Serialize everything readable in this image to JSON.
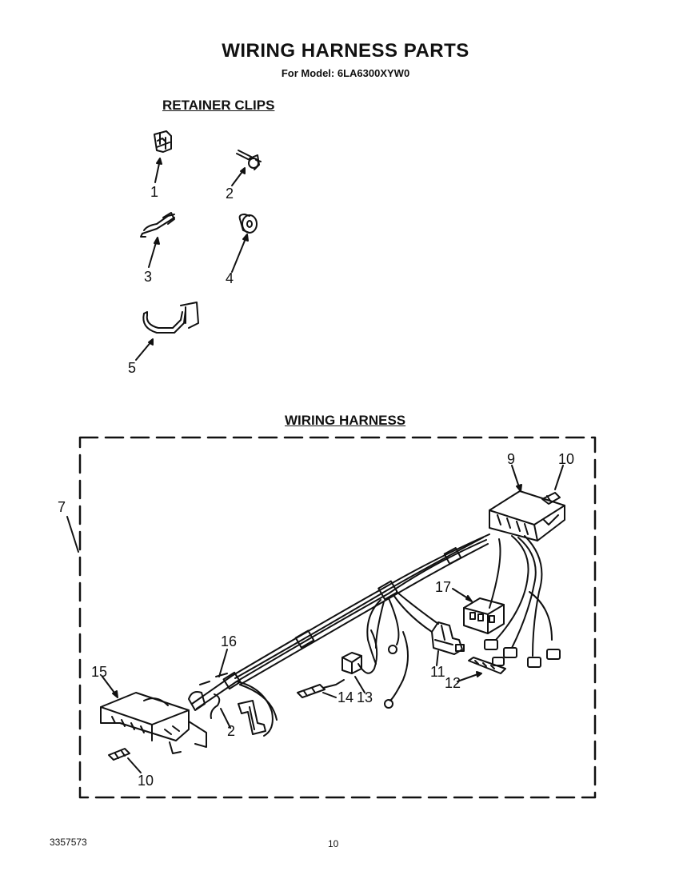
{
  "header": {
    "title": "WIRING HARNESS PARTS",
    "model_line": "For Model: 6LA6300XYW0"
  },
  "sections": {
    "retainer_clips": "RETAINER CLIPS",
    "wiring_harness": "WIRING HARNESS"
  },
  "callouts": {
    "c1": "1",
    "c2": "2",
    "c3": "3",
    "c4": "4",
    "c5": "5",
    "c7": "7",
    "c9": "9",
    "c10a": "10",
    "c10b": "10",
    "c11": "11",
    "c12": "12",
    "c13": "13",
    "c14": "14",
    "c15": "15",
    "c16": "16",
    "c17": "17",
    "c2b": "2"
  },
  "footer": {
    "part_number": "3357573",
    "page_number": "10"
  }
}
